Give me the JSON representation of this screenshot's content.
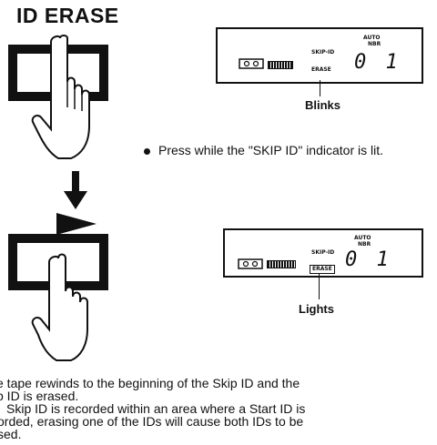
{
  "heading": "ID ERASE",
  "display_top": {
    "auto": "AUTO",
    "nbr": "NBR",
    "skip_id": "SKIP-ID",
    "erase": "ERASE",
    "counter": "0 1",
    "caption": "Blinks"
  },
  "display_bottom": {
    "auto": "AUTO",
    "nbr": "NBR",
    "skip_id": "SKIP-ID",
    "erase": "ERASE",
    "counter": "0 1",
    "caption": "Lights"
  },
  "instruction": "Press while the \"SKIP ID\" indicator is lit.",
  "body_lines": [
    "e tape rewinds to the beginning of the Skip ID and the",
    "p ID is erased.",
    "Skip ID is recorded within an area where a Start ID is",
    "orded, erasing one of the IDs will cause both IDs to be",
    "sed."
  ]
}
